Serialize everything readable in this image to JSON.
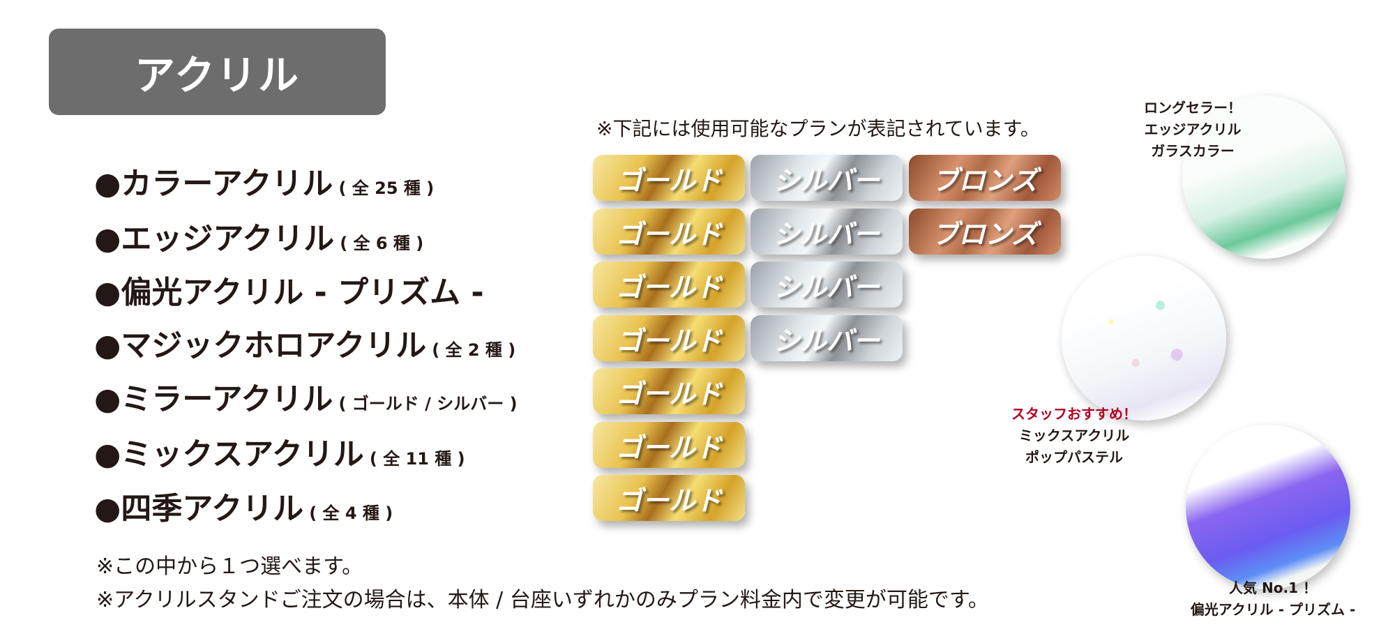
{
  "title": "アクリル",
  "items": [
    {
      "name": "●カラーアクリル",
      "note": "( 全 25 種 )",
      "plans": [
        "gold",
        "silver",
        "bronze"
      ]
    },
    {
      "name": "●エッジアクリル",
      "note": "( 全 6 種 )",
      "plans": [
        "gold",
        "silver",
        "bronze"
      ]
    },
    {
      "name": "●偏光アクリル - プリズム -",
      "note": "",
      "plans": [
        "gold",
        "silver"
      ]
    },
    {
      "name": "●マジックホロアクリル",
      "note": "( 全 2 種 )",
      "plans": [
        "gold",
        "silver"
      ]
    },
    {
      "name": "●ミラーアクリル",
      "note": "( ゴールド / シルバー )",
      "plans": [
        "gold"
      ]
    },
    {
      "name": "●ミックスアクリル",
      "note": "( 全 11 種 )",
      "plans": [
        "gold"
      ]
    },
    {
      "name": "●四季アクリル",
      "note": "( 全 4 種 )",
      "plans": [
        "gold"
      ]
    }
  ],
  "plan_labels": {
    "gold": "ゴールド",
    "silver": "シルバー",
    "bronze": "ブロンズ"
  },
  "top_note": "※下記には使用可能なプランが表記されています。",
  "notes": [
    "※この中から１つ選べます。",
    "※アクリルスタンドご注文の場合は、本体 / 台座いずれかのみプラン料金内で変更が可能です。"
  ],
  "captions": [
    {
      "lines": [
        "ロングセラー！",
        "エッジアクリル",
        "ガラスカラー"
      ]
    },
    {
      "highlight": "スタッフおすすめ！",
      "lines": [
        "ミックスアクリル",
        "ポップパステル"
      ]
    },
    {
      "lines": [
        "人気 No.1 ！",
        "偏光アクリル - プリズム -"
      ]
    }
  ]
}
